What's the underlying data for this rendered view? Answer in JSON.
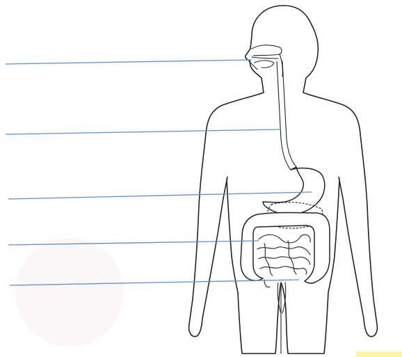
{
  "diagram": {
    "subject": "human-digestive-system",
    "leader_line_color": "#5b8fd0",
    "outline_color": "#222222",
    "background_color": "#ffffff",
    "corner_mark_color": "#fdf6a0",
    "label_lines": [
      {
        "target": "mouth",
        "label": ""
      },
      {
        "target": "esophagus",
        "label": ""
      },
      {
        "target": "stomach",
        "label": ""
      },
      {
        "target": "small-intestine",
        "label": ""
      },
      {
        "target": "large-intestine",
        "label": ""
      }
    ]
  }
}
